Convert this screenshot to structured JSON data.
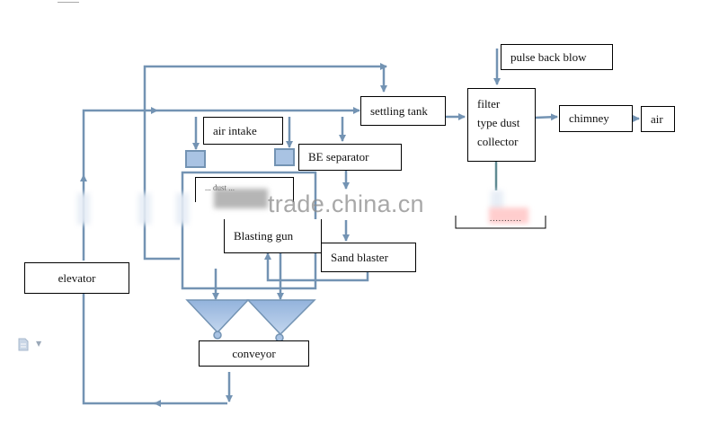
{
  "diagram": {
    "title": "Sand blasting dust collection process flow",
    "nodes": {
      "pulse_back_blow": "pulse back blow",
      "settling_tank": "settling tank",
      "filter_line1": "filter",
      "filter_line2": "type dust",
      "filter_line3": "collector",
      "chimney": "chimney",
      "air": "air",
      "air_intake": "air intake",
      "be_separator": "BE separator",
      "dust_collector_box": "... dust ...",
      "blasting_gun": "Blasting gun",
      "sand_blaster": "Sand blaster",
      "elevator": "elevator",
      "conveyor": "conveyor",
      "hopper_tray": "..........."
    },
    "edges": [
      {
        "from": "elevator",
        "to": "settling_tank"
      },
      {
        "from": "settling_tank",
        "to": "filter_type_dust_collector"
      },
      {
        "from": "pulse_back_blow",
        "to": "filter_type_dust_collector"
      },
      {
        "from": "filter_type_dust_collector",
        "to": "chimney"
      },
      {
        "from": "chimney",
        "to": "air"
      },
      {
        "from": "air_intake",
        "to": "blast_room"
      },
      {
        "from": "be_separator",
        "to": "sand_blaster"
      },
      {
        "from": "sand_blaster",
        "to": "blasting_gun"
      },
      {
        "from": "hoppers",
        "to": "conveyor"
      },
      {
        "from": "conveyor",
        "to": "elevator"
      }
    ],
    "colors": {
      "line": "#7393b3",
      "hopper_fill": "#a9c3e3",
      "valve_fill": "#a9c3e3",
      "box_border": "#000000"
    }
  },
  "watermark": "trade.china.cn"
}
